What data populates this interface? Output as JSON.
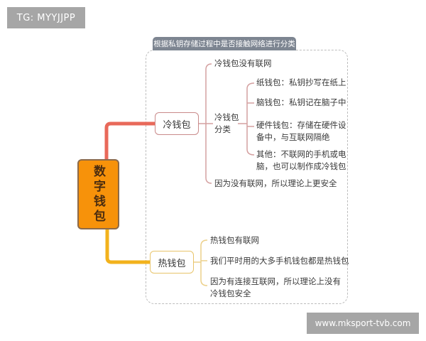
{
  "watermarks": {
    "top_left": "TG: MYYJJPP",
    "bottom_right": "www.mksport-tvb.com"
  },
  "diagram": {
    "group_label": "根据私钥存储过程中是否接触网络进行分类",
    "root": {
      "label": "数字钱包",
      "color": "#f7920a"
    },
    "cold_wallet": {
      "label": "冷钱包",
      "color": "#c98a8a",
      "items": [
        "冷钱包没有联网",
        "冷钱包分类",
        "因为没有联网，所以理论上更安全"
      ],
      "category_label_line1": "冷钱包",
      "category_label_line2": "分类",
      "categories": [
        {
          "line1": "纸钱包：私钥抄写在纸上"
        },
        {
          "line1": "脑钱包：私钥记在脑子中"
        },
        {
          "line1": "硬件钱包：存储在硬件设",
          "line2": "备中，与互联网隔绝"
        },
        {
          "line1": "其他：不联网的手机或电",
          "line2": "脑，也可以制作成冷钱包"
        }
      ]
    },
    "hot_wallet": {
      "label": "热钱包",
      "color": "#e8c46a",
      "items": [
        {
          "line1": "热钱包有联网"
        },
        {
          "line1": "我们平时用的大多手机钱包都是热钱包"
        },
        {
          "line1": "因为有连接互联网，所以理论上没有",
          "line2": "冷钱包安全"
        }
      ]
    }
  }
}
